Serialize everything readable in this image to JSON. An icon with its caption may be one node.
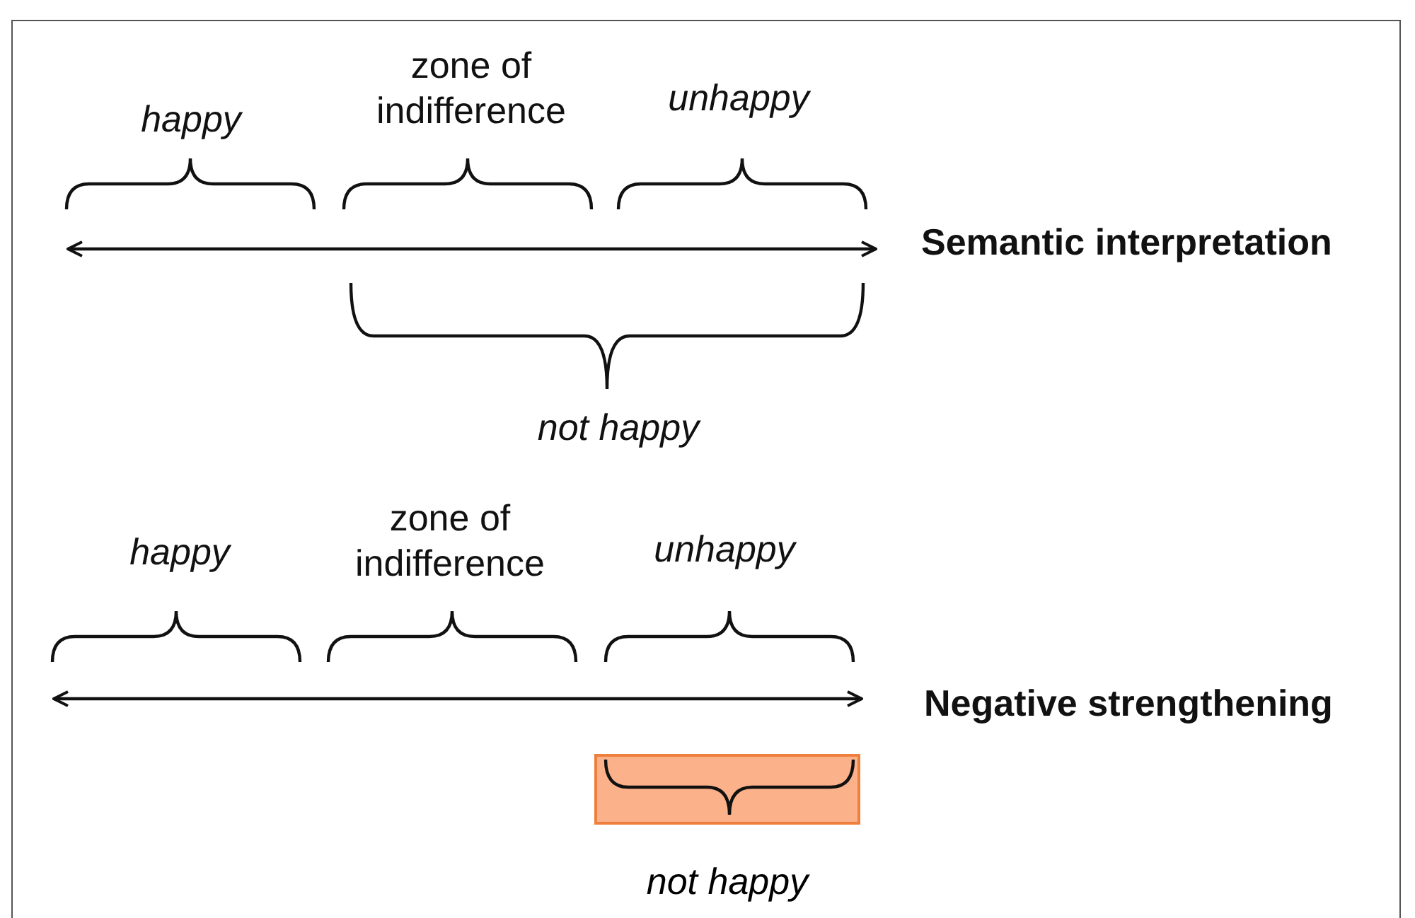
{
  "diagram": {
    "nodes": [
      {
        "text": [
          "not happy"
        ]
      }
    ],
    "labels": [
      "happy",
      "zone of indifference",
      "unhappy",
      "Semantic interpretation",
      "not happy",
      "happy",
      "zone of indifference",
      "unhappy",
      "Negative strengthening"
    ]
  }
}
